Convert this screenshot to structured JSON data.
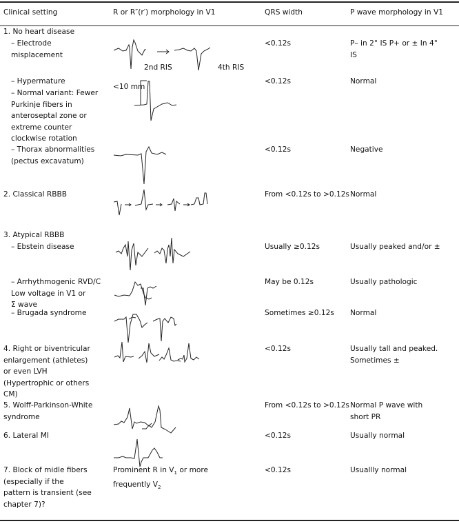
{
  "header": {
    "col1": "Clinical setting",
    "col2": "R or R″(r′) morphology in V1",
    "col3": "QRS width",
    "col4": "P wave morphology in V1"
  },
  "rows": {
    "r1": {
      "title": "1. No heart disease",
      "electrode": {
        "setting": "– Electrode\n  misplacement",
        "qrs": "<0.12s",
        "p": "P– in 2° IS P+ or ± In 4°\nIS",
        "label_a": "2nd RIS",
        "label_b": "4th RIS"
      },
      "hypermature": {
        "setting": "– Hypermature",
        "qrs": "<0.12s",
        "p": "Normal",
        "label": "<10 mm"
      },
      "normal_variant": {
        "setting": "– Normal variant: Fewer\n  Purkinje fibers in\n  anteroseptal zone or\n  extreme counter\n  clockwise rotation"
      },
      "thorax": {
        "setting": "– Thorax abnormalities\n  (pectus excavatum)",
        "qrs": "<0.12s",
        "p": "Negative"
      }
    },
    "r2": {
      "setting": "2. Classical RBBB",
      "qrs": "From <0.12s to >0.12s",
      "p": "Normal"
    },
    "r3": {
      "title": "3. Atypical RBBB",
      "ebstein": {
        "setting": "– Ebstein disease",
        "qrs": "Usually ≥0.12s",
        "p": "Usually peaked and/or ±"
      },
      "arvd": {
        "setting": "– Arrhythmogenic RVD/C\n  Low voltage in V1 or\n  Σ wave",
        "qrs": "May be 0.12s",
        "p": "Usually pathologic"
      },
      "brugada": {
        "setting": "– Brugada syndrome",
        "qrs": "Sometimes ≥0.12s",
        "p": "Normal"
      }
    },
    "r4": {
      "setting": "4. Right or biventricular\n    enlargement (athletes)\n    or even LVH\n    (Hypertrophic or others\n    CM)",
      "qrs": "<0.12s",
      "p": "Usually tall and peaked.\nSometimes ±"
    },
    "r5": {
      "setting": "5. Wolff-Parkinson-White\n    syndrome",
      "qrs": "From <0.12s to >0.12s",
      "p": "Normal P wave with\nshort PR"
    },
    "r6": {
      "setting": "6. Lateral MI",
      "qrs": "<0.12s",
      "p": "Usually normal"
    },
    "r7": {
      "setting": "7. Block of midle fibers\n    (especially if the\n    pattern is transient (see\n    chapter 7)?",
      "morph_a": "Prominent R in V",
      "sub_a": "1",
      "morph_b": " or more",
      "morph_c": "frequently V",
      "sub_c": "2",
      "qrs": "<0.12s",
      "p": "Usuallly normal"
    }
  }
}
